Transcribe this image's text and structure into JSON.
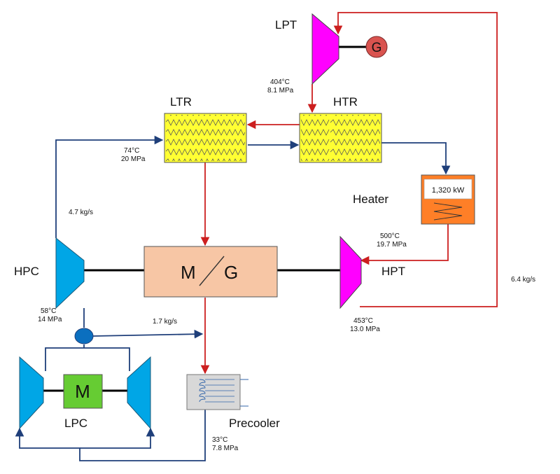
{
  "components": {
    "lpt": "LPT",
    "generator": "G",
    "ltr": "LTR",
    "htr": "HTR",
    "heater": "Heater",
    "heater_power": "1,320 kW",
    "hpc": "HPC",
    "hpt": "HPT",
    "mg_m": "M",
    "mg_g": "G",
    "lpc_motor": "M",
    "lpc": "LPC",
    "precooler": "Precooler"
  },
  "states": {
    "lpt_inlet_temp": "404°C",
    "lpt_inlet_press": "8.1 MPa",
    "ltr_temp": "74°C",
    "ltr_press": "20 MPa",
    "hpt_inlet_temp": "500°C",
    "hpt_inlet_press": "19.7 MPa",
    "hpc_out_temp": "58°C",
    "hpc_out_press": "14 MPa",
    "hpt_out_temp": "453°C",
    "hpt_out_press": "13.0 MPa",
    "precooler_temp": "33°C",
    "precooler_press": "7.8 MPa"
  },
  "flows": {
    "hpc_flow": "4.7 kg/s",
    "bypass_flow": "1.7 kg/s",
    "hpt_flow": "6.4 kg/s"
  },
  "colors": {
    "hot_line": "#cc1f1f",
    "cold_line": "#1f3f7a",
    "turbine": "#ff00ff",
    "compressor": "#00a6e6",
    "recuperator": "#ffff33",
    "heater": "#ff7f27",
    "motor_gen": "#f7c6a5",
    "motor": "#66cc33",
    "generator": "#d9534f",
    "precooler": "#d8d8d8"
  }
}
